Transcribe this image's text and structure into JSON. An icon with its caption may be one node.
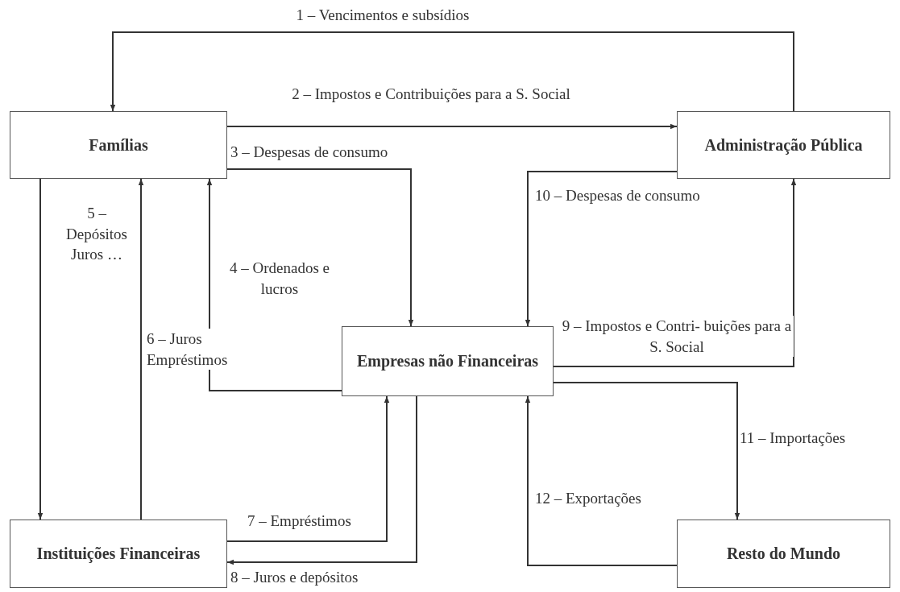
{
  "diagram": {
    "nodes": [
      {
        "text": [
          "Famílias"
        ]
      },
      {
        "text": [
          "Administração Pública"
        ]
      },
      {
        "text": [
          "Empresas não Financeiras"
        ]
      },
      {
        "text": [
          "Instituições Financeiras"
        ]
      },
      {
        "text": [
          "Resto do Mundo"
        ]
      }
    ],
    "edges": [
      {
        "from": 1,
        "to": 0,
        "arrow": "to",
        "label": "1 – Vencimentos e subsídios"
      },
      {
        "from": 0,
        "to": 1,
        "arrow": "to",
        "label": "2 – Impostos e Contribuições para a S. Social"
      },
      {
        "from": 0,
        "to": 2,
        "arrow": "to",
        "label": "3 – Despesas de consumo"
      },
      {
        "from": 2,
        "to": 0,
        "arrow": "to",
        "label": "4 – Ordenados e lucros"
      },
      {
        "from": 0,
        "to": 3,
        "arrow": "to",
        "label": "5 – Depósitos Juros …"
      },
      {
        "from": 3,
        "to": 0,
        "arrow": "to",
        "label": "6 – Juros Empréstimos"
      },
      {
        "from": 3,
        "to": 2,
        "arrow": "to",
        "label": "7 – Empréstimos"
      },
      {
        "from": 2,
        "to": 3,
        "arrow": "to",
        "label": "8 – Juros e depósitos"
      },
      {
        "from": 2,
        "to": 1,
        "arrow": "to",
        "label": "9 – Impostos e Contri- buições para a S. Social"
      },
      {
        "from": 1,
        "to": 2,
        "arrow": "to",
        "label": "10 – Despesas de consumo"
      },
      {
        "from": 2,
        "to": 4,
        "arrow": "to",
        "label": "11 – Importações"
      },
      {
        "from": 4,
        "to": 2,
        "arrow": "to",
        "label": "12 – Exportações"
      }
    ]
  }
}
